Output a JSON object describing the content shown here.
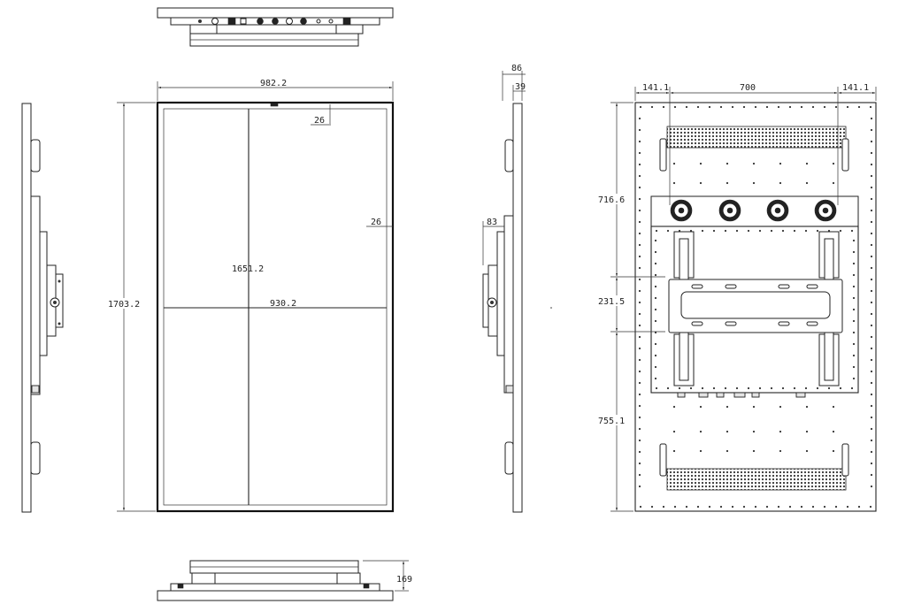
{
  "dimensions": {
    "total_width": "982.2",
    "total_height": "1703.2",
    "frame_top": "26",
    "frame_side": "26",
    "inner_height": "1651.2",
    "inner_width": "930.2",
    "depth": "86",
    "glass_depth": "39",
    "bracket_depth": "83",
    "rear_left": "141.1",
    "rear_mid": "700",
    "rear_right": "141.1",
    "rear_top": "716.6",
    "rear_mid_v": "231.5",
    "rear_bottom": "755.1",
    "bottom_depth": "169"
  }
}
